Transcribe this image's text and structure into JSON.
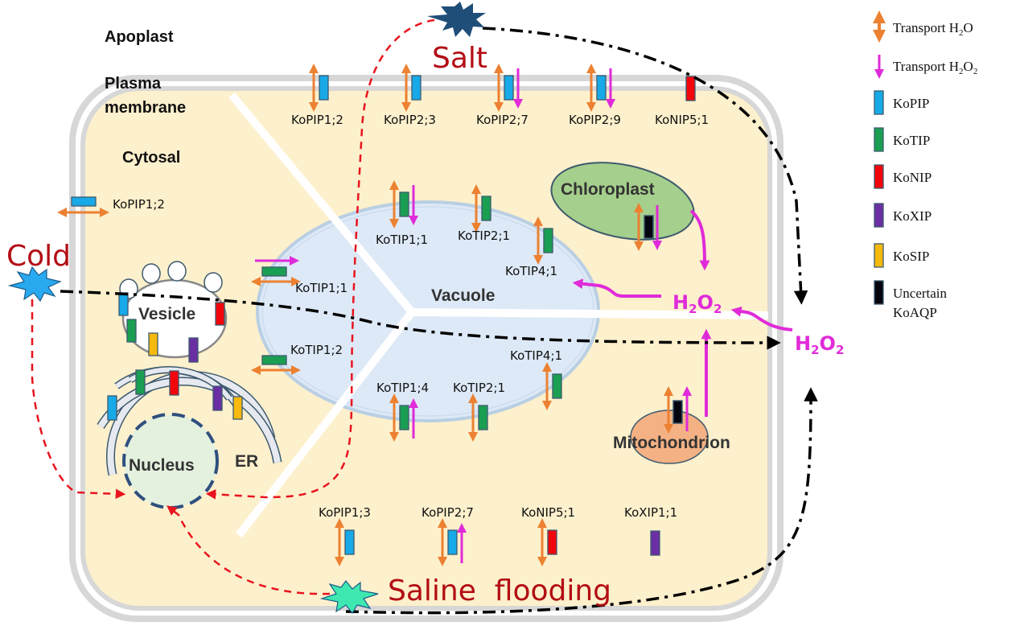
{
  "colors": {
    "pip": "#17a9e8",
    "tip": "#1a9e52",
    "nip": "#f2060c",
    "xip": "#6a2fa2",
    "sip": "#f7b90d",
    "uncertain": "#050510",
    "water_arrow": "#ec8132",
    "h2o2_arrow": "#e02bd9",
    "stress_text": "#b30d14",
    "cytosol": "#fdf0cc",
    "vacuole": "#dde9f7",
    "chloroplast": "#a5cf8c",
    "mitochondrion": "#f3b184",
    "nucleus": "#e3f1de"
  },
  "regions": {
    "apoplast": "Apoplast",
    "plasma_membrane_line1": "Plasma",
    "plasma_membrane_line2": "membrane",
    "cytosal": "Cytosal"
  },
  "organelles": {
    "vacuole": "Vacuole",
    "chloroplast": "Chloroplast",
    "vesicle": "Vesicle",
    "nucleus": "Nucleus",
    "er": "ER",
    "mitochondrion": "Mitochondrion"
  },
  "stresses": {
    "salt": "Salt",
    "cold": "Cold",
    "saline_flooding": "Saline  flooding"
  },
  "h2o2": {
    "main": "H",
    "sub2": "2",
    "o": "O",
    "sub2b": "2"
  },
  "proteins": {
    "pm_top": [
      {
        "name": "KoPIP1;2",
        "type": "pip",
        "water": true,
        "h2o2": null
      },
      {
        "name": "KoPIP2;3",
        "type": "pip",
        "water": true,
        "h2o2": null
      },
      {
        "name": "KoPIP2;7",
        "type": "pip",
        "water": true,
        "h2o2": "down"
      },
      {
        "name": "KoPIP2;9",
        "type": "pip",
        "water": true,
        "h2o2": "down"
      },
      {
        "name": "KoNIP5;1",
        "type": "nip",
        "water": false,
        "h2o2": null
      }
    ],
    "pm_bottom": [
      {
        "name": "KoPIP1;3",
        "type": "pip",
        "water": true,
        "h2o2": null
      },
      {
        "name": "KoPIP2;7",
        "type": "pip",
        "water": true,
        "h2o2": "up"
      },
      {
        "name": "KoNIP5;1",
        "type": "nip",
        "water": true,
        "h2o2": null
      },
      {
        "name": "KoXIP1;1",
        "type": "xip",
        "water": false,
        "h2o2": null
      }
    ],
    "cytosol_pip": {
      "name": "KoPIP1;2",
      "type": "pip",
      "water": true
    },
    "tonoplast_top": [
      {
        "name": "KoTIP1;1",
        "type": "tip",
        "water": true,
        "h2o2": "down"
      },
      {
        "name": "KoTIP2;1",
        "type": "tip",
        "water": true,
        "h2o2": null
      },
      {
        "name": "KoTIP4;1",
        "type": "tip",
        "water": true,
        "h2o2": null
      }
    ],
    "tonoplast_left": [
      {
        "name": "KoTIP1;1",
        "type": "tip",
        "water": true,
        "h2o2": "right"
      },
      {
        "name": "KoTIP1;2",
        "type": "tip",
        "water": true,
        "h2o2": null
      }
    ],
    "tonoplast_bottom": [
      {
        "name": "KoTIP1;4",
        "type": "tip",
        "water": true,
        "h2o2": "up"
      },
      {
        "name": "KoTIP2;1",
        "type": "tip",
        "water": true,
        "h2o2": null
      },
      {
        "name": "KoTIP4;1",
        "type": "tip",
        "water": true,
        "h2o2": null
      }
    ],
    "chloroplast": {
      "type": "uncertain",
      "water": true,
      "h2o2": "down"
    },
    "mitochondrion": {
      "type": "uncertain",
      "water": true,
      "h2o2": "up"
    }
  },
  "legend": [
    {
      "icon": "water-arrow",
      "text": "Transport H",
      "sub": "2",
      "tail": "O"
    },
    {
      "icon": "h2o2-arrow",
      "text": "Transport H",
      "sub": "2",
      "tail": "O",
      "sub2": "2"
    },
    {
      "icon": "pip-box",
      "text": "KoPIP"
    },
    {
      "icon": "tip-box",
      "text": "KoTIP"
    },
    {
      "icon": "nip-box",
      "text": "KoNIP"
    },
    {
      "icon": "xip-box",
      "text": "KoXIP"
    },
    {
      "icon": "sip-box",
      "text": "KoSIP"
    },
    {
      "icon": "uncertain-box",
      "text": "Uncertain",
      "line2": "KoAQP"
    }
  ]
}
